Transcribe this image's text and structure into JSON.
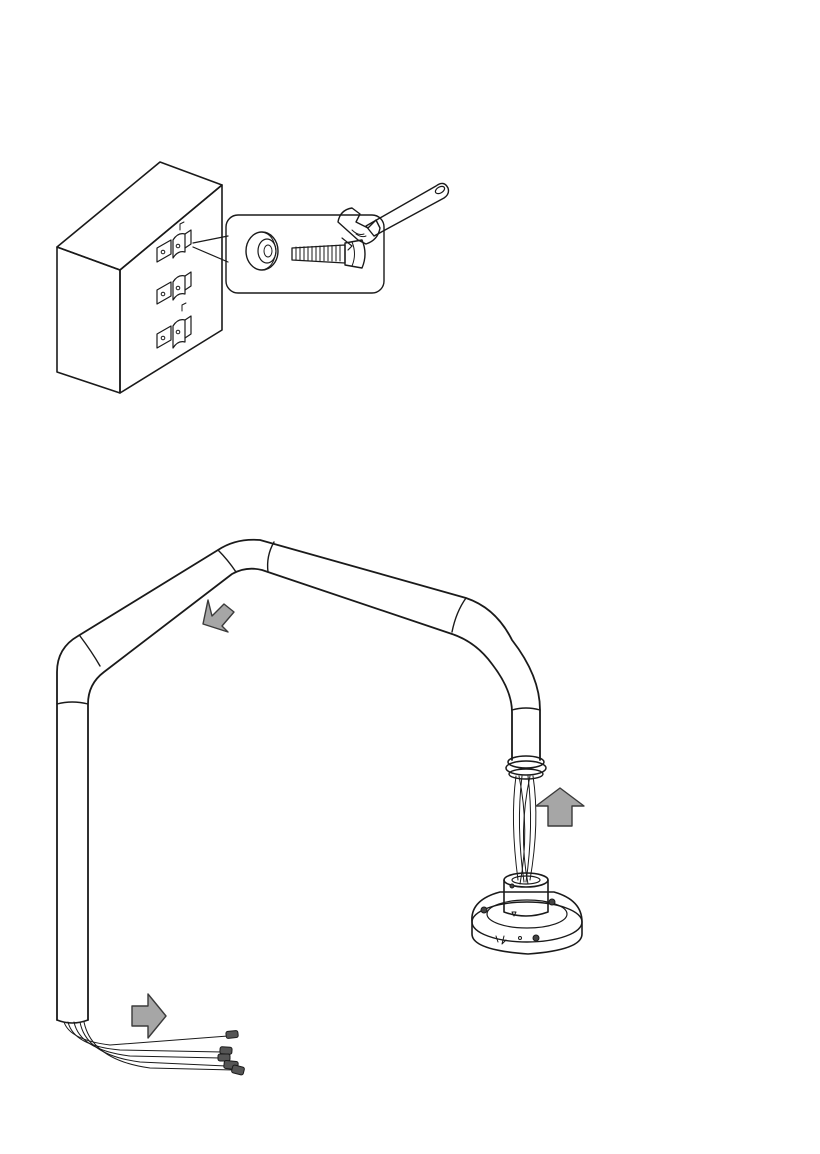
{
  "figure": {
    "type": "installation-diagram",
    "steps": [
      {
        "id": "wall-mount-step",
        "description_visible": ""
      },
      {
        "id": "pipe-routing-step",
        "description_visible": ""
      }
    ],
    "colors": {
      "line": "#1a1a1a",
      "arrow_fill": "#a6a6a6",
      "arrow_stroke": "#3a3a3a",
      "wrench_fill": "#b8b8b8",
      "background": "#ffffff"
    },
    "icons": {
      "wall-box": "wall-box-icon",
      "brackets": "mount-bracket-icon",
      "washer": "washer-icon",
      "bolt": "bolt-icon",
      "wrench": "wrench-icon",
      "pipe": "pipe-arm-icon",
      "base": "mount-base-icon",
      "cables": "cable-bundle-icon",
      "arrows": "direction-arrow-icon"
    }
  }
}
